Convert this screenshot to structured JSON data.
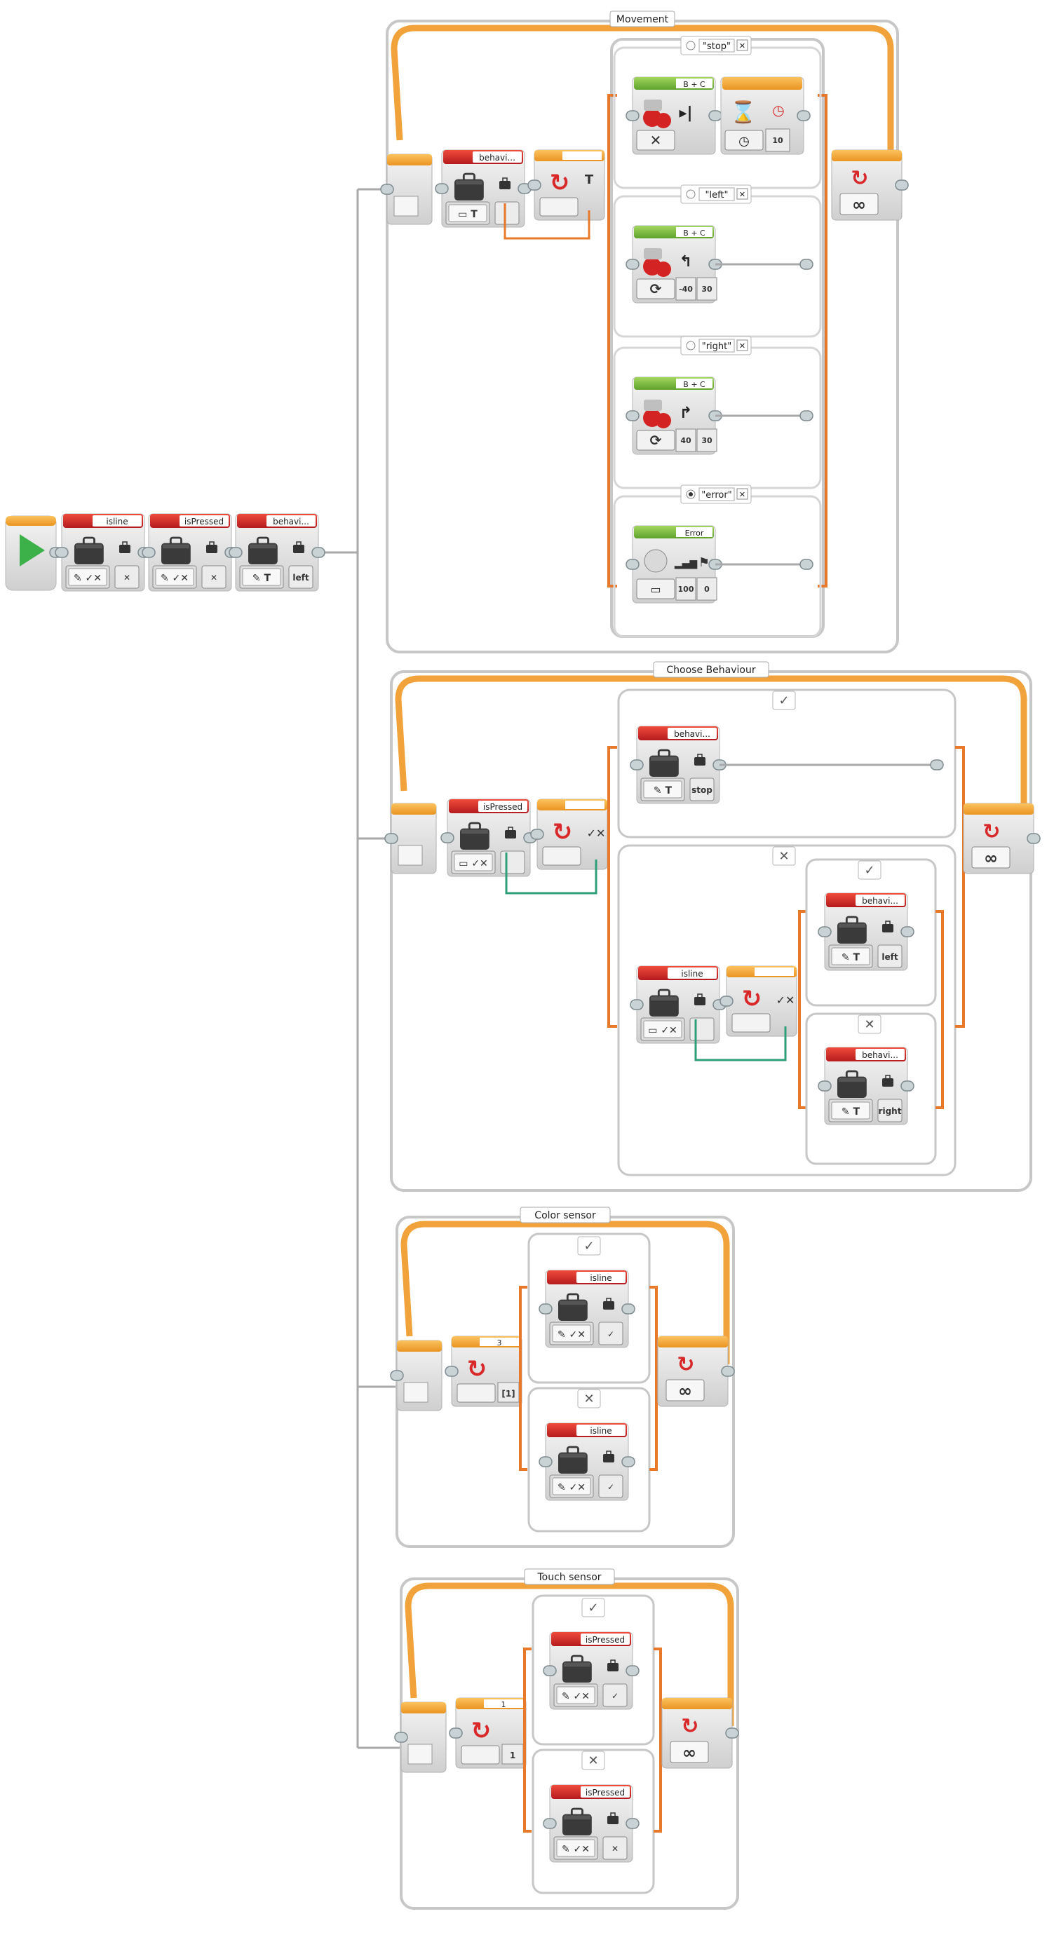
{
  "start_row": {
    "blocks": [
      {
        "header": "isline",
        "kind": "variable",
        "mode_icon": "logic-write-icon",
        "value": "✕"
      },
      {
        "header": "isPressed",
        "kind": "variable",
        "mode_icon": "logic-write-icon",
        "value": "✕"
      },
      {
        "header": "behavi...",
        "kind": "variable",
        "mode_icon": "text-write-icon",
        "value": "left"
      }
    ]
  },
  "loops": [
    {
      "name": "Movement",
      "read_block": {
        "header": "behavi...",
        "mode_label": "T"
      },
      "switch_mode": "T",
      "cases": [
        {
          "label": "\"stop\"",
          "default": false,
          "blocks": [
            {
              "type": "motor",
              "header": "B + C",
              "params": []
            },
            {
              "type": "wait",
              "header": "",
              "params": [
                "10"
              ]
            }
          ]
        },
        {
          "label": "\"left\"",
          "default": false,
          "blocks": [
            {
              "type": "motor",
              "header": "B + C",
              "params": [
                "-40",
                "30"
              ]
            }
          ]
        },
        {
          "label": "\"right\"",
          "default": false,
          "blocks": [
            {
              "type": "motor",
              "header": "B + C",
              "params": [
                "40",
                "30"
              ]
            }
          ]
        },
        {
          "label": "\"error\"",
          "default": true,
          "blocks": [
            {
              "type": "sound",
              "header": "Error",
              "params": [
                "100",
                "0"
              ]
            }
          ]
        }
      ],
      "loop_mode": "∞"
    },
    {
      "name": "Choose Behaviour",
      "read_block": {
        "header": "isPressed"
      },
      "true_case": {
        "label": "✓",
        "blocks": [
          {
            "header": "behavi...",
            "value": "stop"
          }
        ]
      },
      "false_case": {
        "label": "✕",
        "read_block": {
          "header": "isline"
        },
        "true_case": {
          "label": "✓",
          "blocks": [
            {
              "header": "behavi...",
              "value": "left"
            }
          ]
        },
        "false_case": {
          "label": "✕",
          "blocks": [
            {
              "header": "behavi...",
              "value": "right"
            }
          ]
        }
      },
      "loop_mode": "∞"
    },
    {
      "name": "Color sensor",
      "switch_port": "3",
      "switch_value": "[1]",
      "true_case": {
        "label": "✓",
        "blocks": [
          {
            "header": "isline",
            "value": "✓"
          }
        ]
      },
      "false_case": {
        "label": "✕",
        "blocks": [
          {
            "header": "isline",
            "value": "✓"
          }
        ]
      },
      "loop_mode": "∞"
    },
    {
      "name": "Touch sensor",
      "switch_port": "1",
      "switch_value": "1",
      "true_case": {
        "label": "✓",
        "blocks": [
          {
            "header": "isPressed",
            "value": "✓"
          }
        ]
      },
      "false_case": {
        "label": "✕",
        "blocks": [
          {
            "header": "isPressed",
            "value": "✕"
          }
        ]
      },
      "loop_mode": "∞"
    }
  ],
  "colors": {
    "orange": "#f2a23a",
    "orange_dark": "#e8782a",
    "red_header": "#d8282a",
    "green_header": "#7fc241",
    "block_grey": "#d4d4d4",
    "frame_grey": "#c7c7c7",
    "wire_grey": "#a9a9a9",
    "start_green": "#3cb14a",
    "teal_wire": "#2f9e7a"
  }
}
